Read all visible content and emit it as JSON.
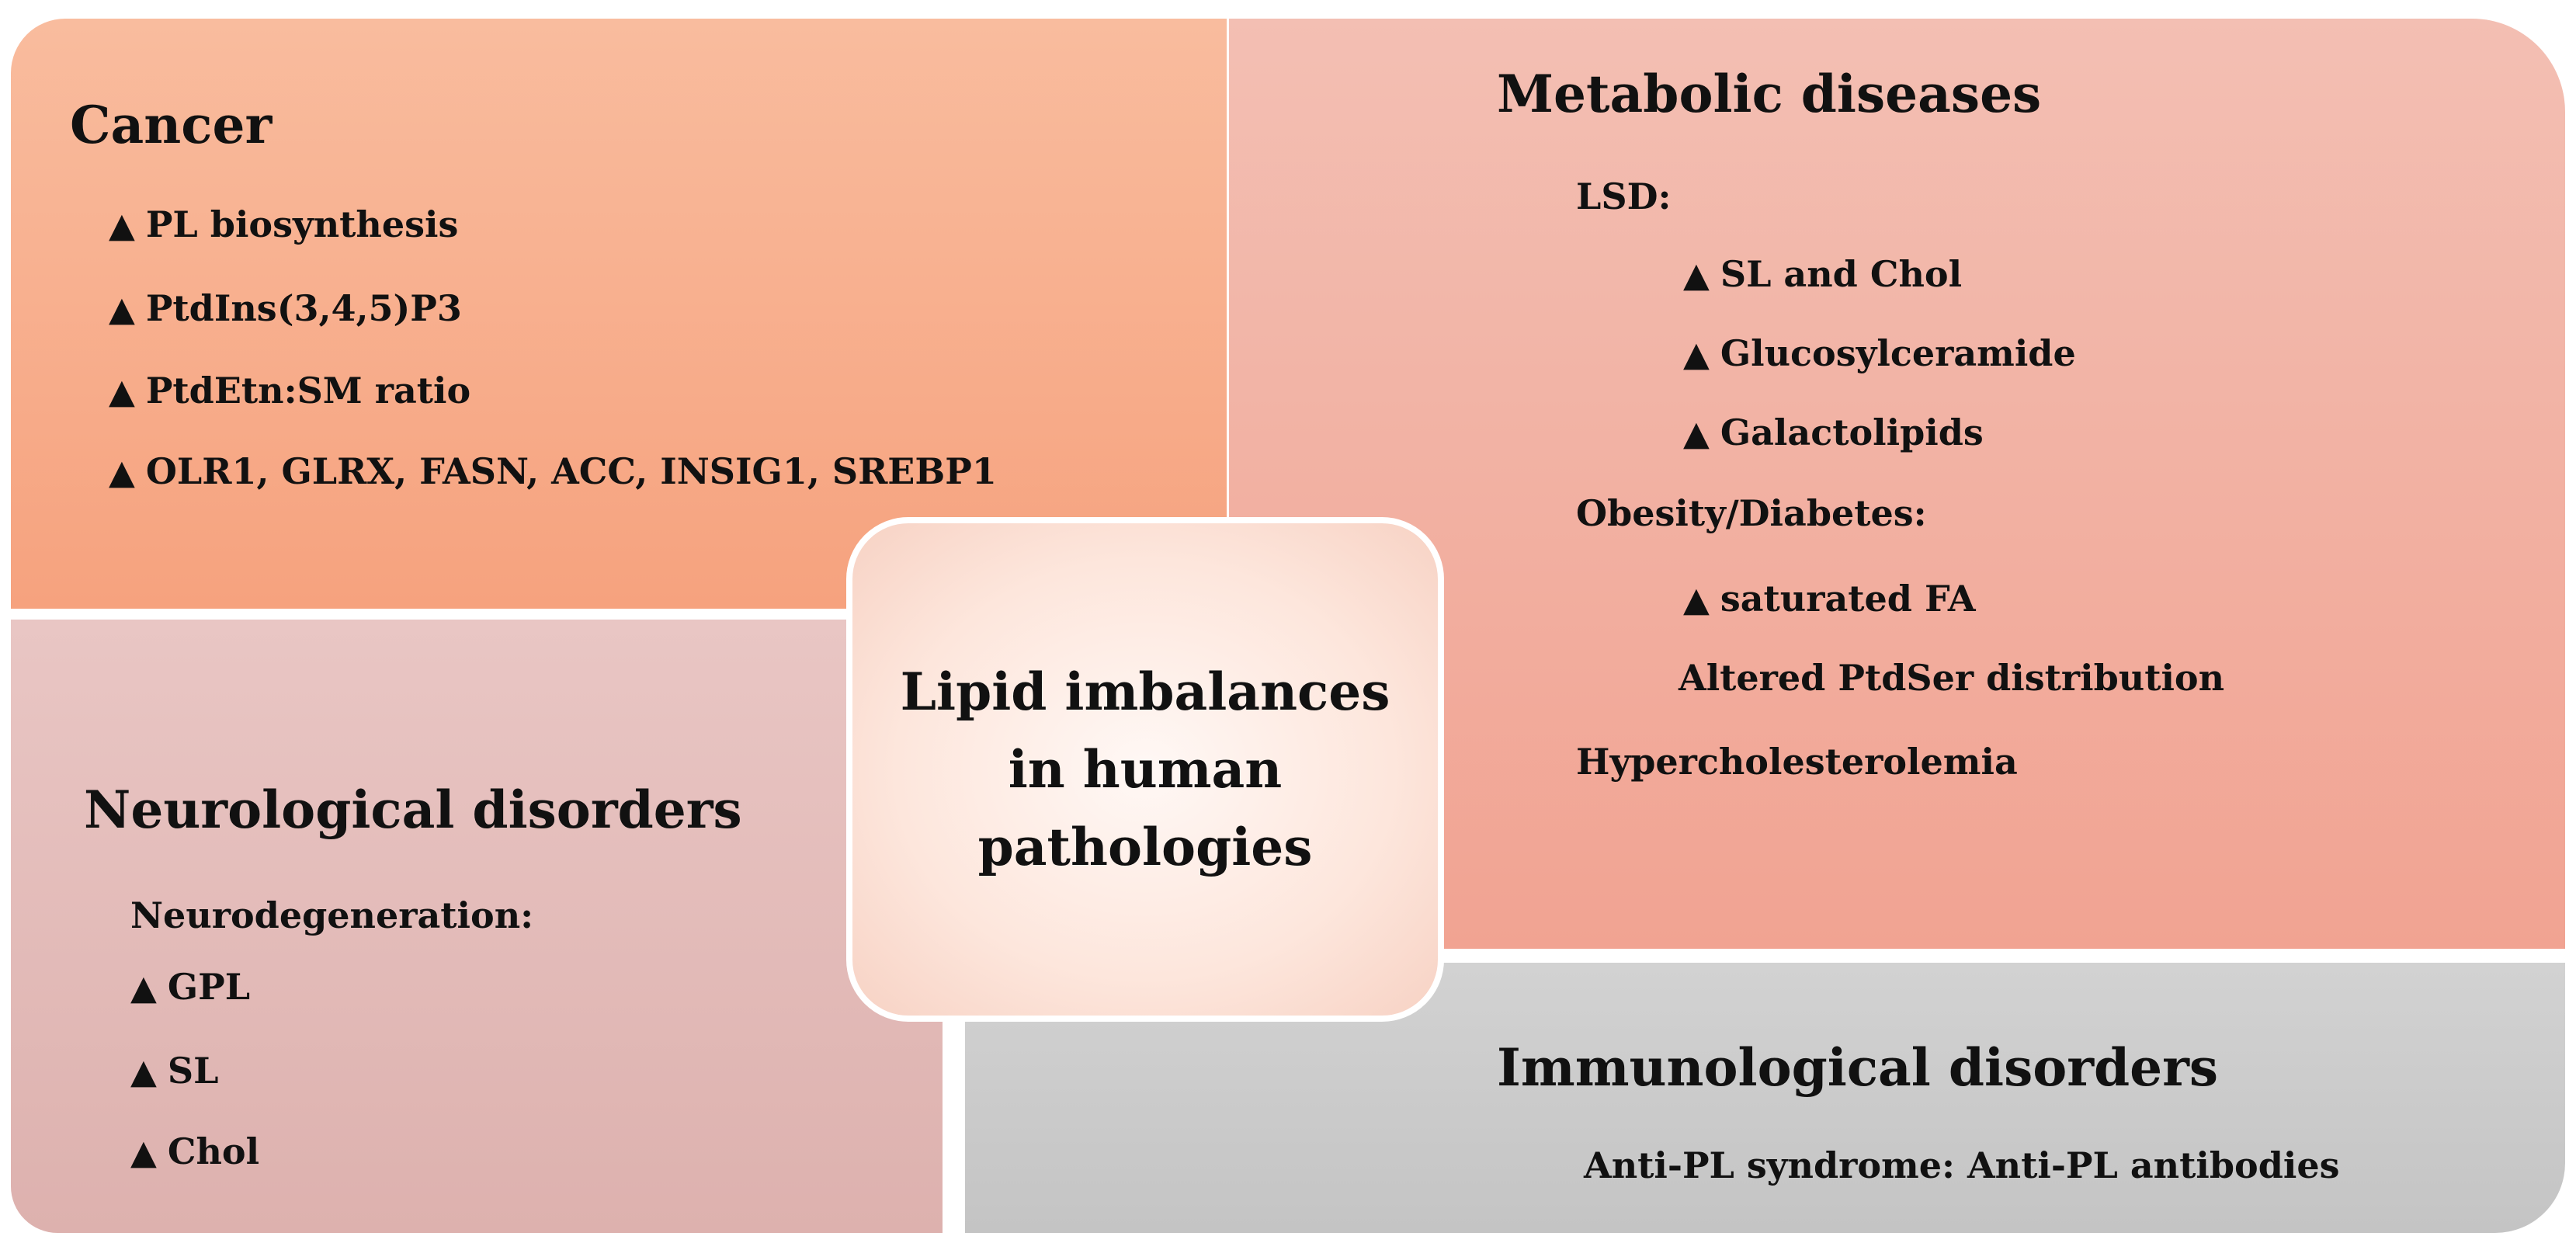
{
  "center": {
    "line1": "Lipid imbalances",
    "line2": "in  human",
    "line3": "pathologies"
  },
  "marker": "▲",
  "cancer": {
    "title": "Cancer",
    "items": [
      "PL biosynthesis",
      "PtdIns(3,4,5)P3",
      "PtdEtn:SM ratio",
      "OLR1, GLRX, FASN, ACC, INSIG1, SREBP1"
    ]
  },
  "metabolic": {
    "title": "Metabolic diseases",
    "lsd_label": "LSD:",
    "lsd_items": [
      "SL and Chol",
      "Glucosylceramide",
      "Galactolipids"
    ],
    "obesity_label": "Obesity/Diabetes:",
    "obesity_items": [
      "saturated FA"
    ],
    "obesity_note": "Altered PtdSer distribution",
    "hyper_label": "Hypercholesterolemia"
  },
  "neuro": {
    "title": "Neurological disorders",
    "sub_label": "Neurodegeneration:",
    "items": [
      "GPL",
      "SL",
      "Chol"
    ]
  },
  "immuno": {
    "title": "Immunological disorders",
    "detail": "Anti-PL syndrome: Anti-PL antibodies"
  },
  "colors": {
    "cancer": "#f6a27e",
    "metabolic": "#f1a392",
    "neuro": "#ddb1ae",
    "immuno": "#c4c4c4",
    "center": "#fde6dc"
  }
}
